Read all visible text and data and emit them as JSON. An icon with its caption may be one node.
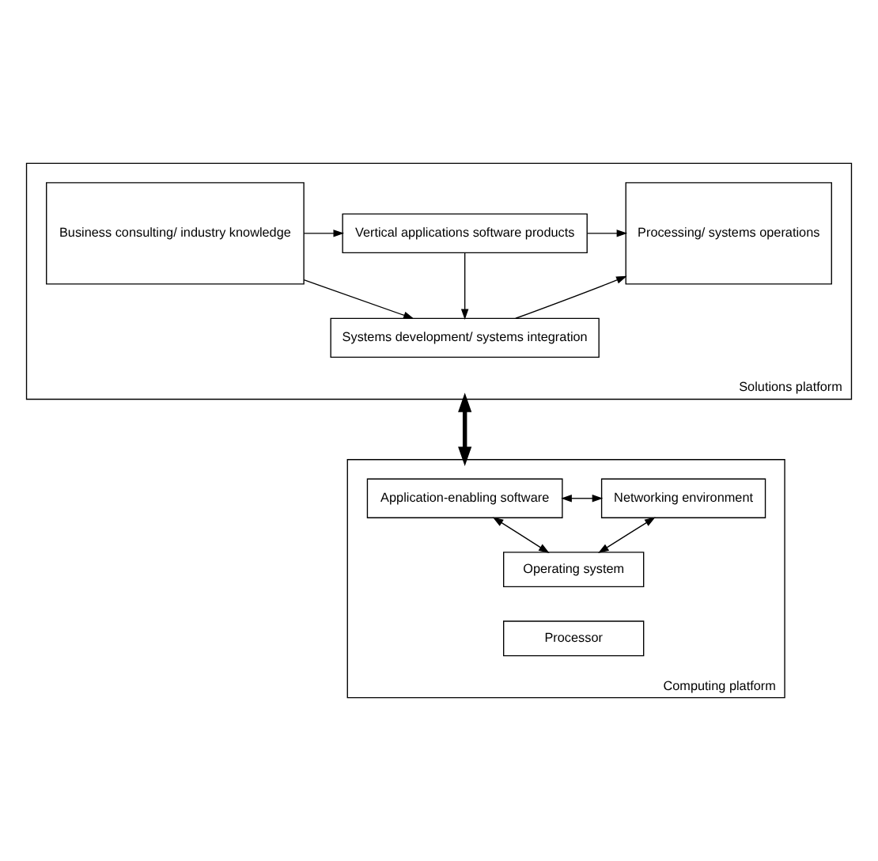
{
  "diagram": {
    "nodes": [
      {
        "text": [
          "Solutions platform"
        ]
      },
      {
        "text": [
          "Business consulting/ industry knowledge"
        ],
        "in": 0
      },
      {
        "text": [
          "Vertical applications software products"
        ],
        "in": 0
      },
      {
        "text": [
          "Systems development/ systems integration"
        ],
        "in": 0
      },
      {
        "text": [
          "Processing/ systems operations"
        ],
        "in": 0
      },
      {
        "text": [
          "Computing platform"
        ]
      },
      {
        "text": [
          "Application-enabling software"
        ],
        "in": 5
      },
      {
        "text": [
          "Networking environment"
        ],
        "in": 5
      },
      {
        "text": [
          "Operating system"
        ],
        "in": 5
      },
      {
        "text": [
          "Processor"
        ],
        "in": 5
      }
    ],
    "edges": [
      {
        "from": 1,
        "to": 2,
        "arrow": "to"
      },
      {
        "from": 1,
        "to": 3,
        "arrow": "to"
      },
      {
        "from": 2,
        "to": 4,
        "arrow": "to"
      },
      {
        "from": 2,
        "to": 3,
        "arrow": "to"
      },
      {
        "from": 3,
        "to": 4,
        "arrow": "to"
      },
      {
        "from": 0,
        "to": 5,
        "arrow": "both",
        "style": "thick"
      },
      {
        "from": 6,
        "to": 7,
        "arrow": "both"
      },
      {
        "from": 6,
        "to": 8,
        "arrow": "both"
      },
      {
        "from": 7,
        "to": 8,
        "arrow": "both"
      }
    ]
  }
}
